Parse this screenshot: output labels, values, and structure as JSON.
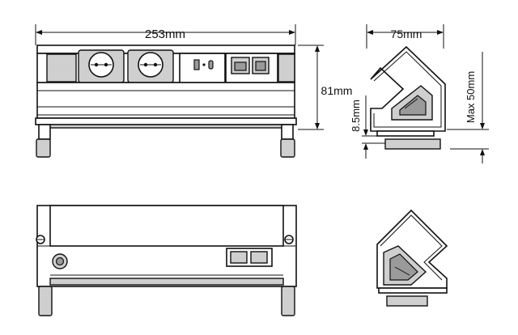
{
  "dimensions": {
    "width": "253mm",
    "height": "81mm",
    "depth": "75mm",
    "clamp_max": "Max 50mm",
    "offset": "8.5mm"
  },
  "colors": {
    "line": "#111111",
    "panel_fill": "#cfcfcf",
    "dark_fill": "#9a9a9a",
    "background": "#ffffff"
  },
  "front_view": {
    "sockets": [
      "schuko-socket",
      "schuko-socket"
    ],
    "modules": [
      "usb-a-port",
      "usb-c-port",
      "rj45-port",
      "hdmi-port"
    ]
  },
  "back_view": {
    "features": [
      "screw-icon",
      "screw-icon",
      "cable-grommet",
      "connector-block"
    ]
  }
}
